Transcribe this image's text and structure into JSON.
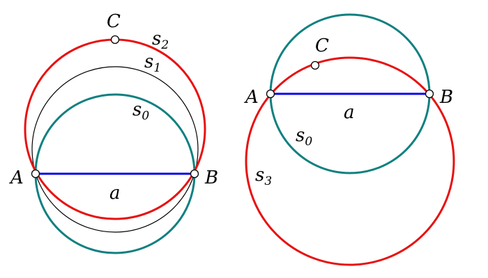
{
  "colors": {
    "circle_s0": "#108080",
    "circle_red": "#e81010",
    "circle_s1": "#000000",
    "segment": "#0a0ae8",
    "point_fill": "#ffffff",
    "point_stroke": "#000000"
  },
  "left_figure": {
    "point_a": "A",
    "point_b": "B",
    "point_c": "C",
    "segment_a": "a",
    "circle_s0": {
      "letter": "s",
      "index": "0"
    },
    "circle_s1": {
      "letter": "s",
      "index": "1"
    },
    "circle_s2": {
      "letter": "s",
      "index": "2"
    }
  },
  "right_figure": {
    "point_a": "A",
    "point_b": "B",
    "point_c": "C",
    "segment_a": "a",
    "circle_s0": {
      "letter": "s",
      "index": "0"
    },
    "circle_s3": {
      "letter": "s",
      "index": "3"
    }
  }
}
